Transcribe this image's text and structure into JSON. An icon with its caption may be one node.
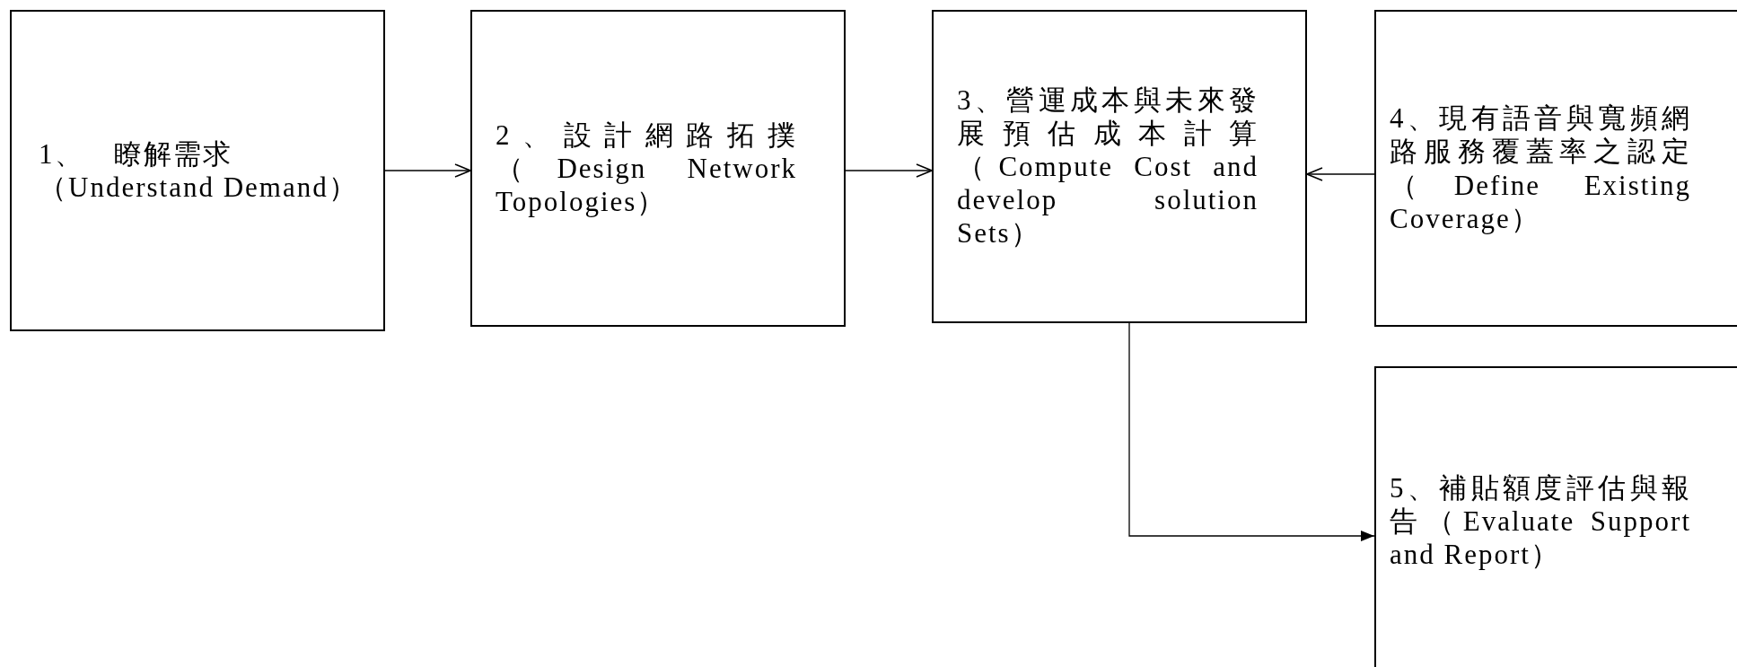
{
  "diagram": {
    "nodes": [
      {
        "text": [
          "1、　瞭解需求（Understand Demand）"
        ]
      },
      {
        "text": [
          "2、設計網路拓撲（Design Network Topologies）"
        ]
      },
      {
        "text": [
          "3、營運成本與未來發展預估成本計算（Compute Cost and develop solution Sets）"
        ]
      },
      {
        "text": [
          "4、現有語音與寬頻網路服務覆蓋率之認定（Define Existing Coverage）"
        ]
      },
      {
        "text": [
          "5、補貼額度評估與報告（Evaluate Support and Report）"
        ]
      }
    ],
    "edges": [
      {
        "from": 0,
        "to": 1,
        "arrow": "to"
      },
      {
        "from": 1,
        "to": 2,
        "arrow": "to"
      },
      {
        "from": 3,
        "to": 2,
        "arrow": "to"
      },
      {
        "from": 2,
        "to": 4,
        "arrow": "to"
      }
    ]
  }
}
